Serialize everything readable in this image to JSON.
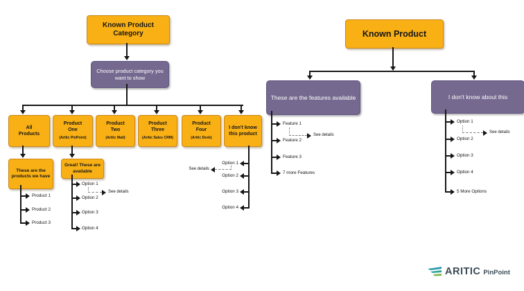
{
  "left_chart": {
    "root_label": "Known Product Category",
    "decision_label": "Choose product category you want to show",
    "category_boxes": [
      {
        "line1": "All",
        "line2": "Products",
        "subtitle": ""
      },
      {
        "line1": "Product",
        "line2": "One",
        "subtitle": "(Aritic PinPoint)"
      },
      {
        "line1": "Product",
        "line2": "Two",
        "subtitle": "(Aritic Mail)"
      },
      {
        "line1": "Product",
        "line2": "Three",
        "subtitle": "(Aritic Sales CRM)"
      },
      {
        "line1": "Product",
        "line2": "Four",
        "subtitle": "(Aritic Desk)"
      },
      {
        "line1": "I don't know",
        "line2": "this product",
        "subtitle": ""
      }
    ],
    "all_products_branch": {
      "header": "These are the products we have",
      "items": [
        "Product 1",
        "Product 2",
        "Product 3"
      ]
    },
    "product_one_branch": {
      "header": "Great! These are available",
      "items": [
        "Option 1",
        "Option 2",
        "Option 3",
        "Option 4"
      ],
      "see_details_label": "See details"
    },
    "unknown_product_branch": {
      "items": [
        "Option 1",
        "Option 2",
        "Option 3",
        "Option 4"
      ],
      "see_details_label": "See details"
    }
  },
  "right_chart": {
    "root_label": "Known Product",
    "features_branch": {
      "header": "These are the features available",
      "items": [
        "Feature 1",
        "Feature 2",
        "Feature 3",
        "7 more Features"
      ],
      "see_details_label": "See details"
    },
    "unknown_branch": {
      "header": "I don't know about this",
      "items": [
        "Option 1",
        "Option 2",
        "Option 3",
        "Option 4",
        "5 More Options"
      ],
      "see_details_label": "See details"
    }
  },
  "logo": {
    "brand": "ARITIC",
    "product": "PinPoint"
  },
  "colors": {
    "node_yellow": "#F9B015",
    "node_purple": "#75698F",
    "line": "#161616",
    "logo_text": "#3A4A55"
  }
}
